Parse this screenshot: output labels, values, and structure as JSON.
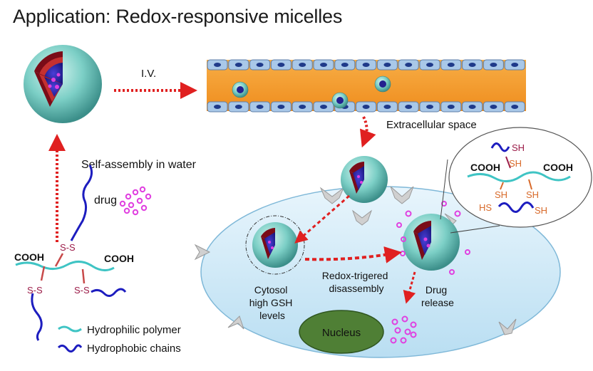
{
  "title": "Application: Redox-responsive micelles",
  "labels": {
    "iv": "I.V.",
    "extracellular": "Extracellular space",
    "self_assembly": "Self-assembly in water",
    "drug": "drug",
    "cytosol": [
      "Cytosol",
      "high GSH",
      "levels"
    ],
    "redox": [
      "Redox-trigered",
      "disassembly"
    ],
    "drug_release": [
      "Drug",
      "release"
    ],
    "nucleus": "Nucleus"
  },
  "polymer": {
    "cooh_left": "COOH",
    "cooh_right": "COOH",
    "ss_labels": [
      "S-S",
      "S-S",
      "S-S"
    ]
  },
  "zoom": {
    "cooh_left": "COOH",
    "cooh_right": "COOH",
    "sh_labels": [
      "SH",
      "SH",
      "SH",
      "SH",
      "SH"
    ],
    "hs_label": "HS"
  },
  "legend": [
    {
      "label": "Hydrophilic polymer",
      "color": "#3fc4c4"
    },
    {
      "label": "Hydrophobic chains",
      "color": "#1d1dbf"
    }
  ],
  "colors": {
    "vessel": "#f49a2a",
    "cell": "#cfe9f7",
    "nucleus": "#4f7f35",
    "arrow": "#e02020",
    "micelle_shell": "#74c7c0",
    "drug": "#e040e0"
  }
}
